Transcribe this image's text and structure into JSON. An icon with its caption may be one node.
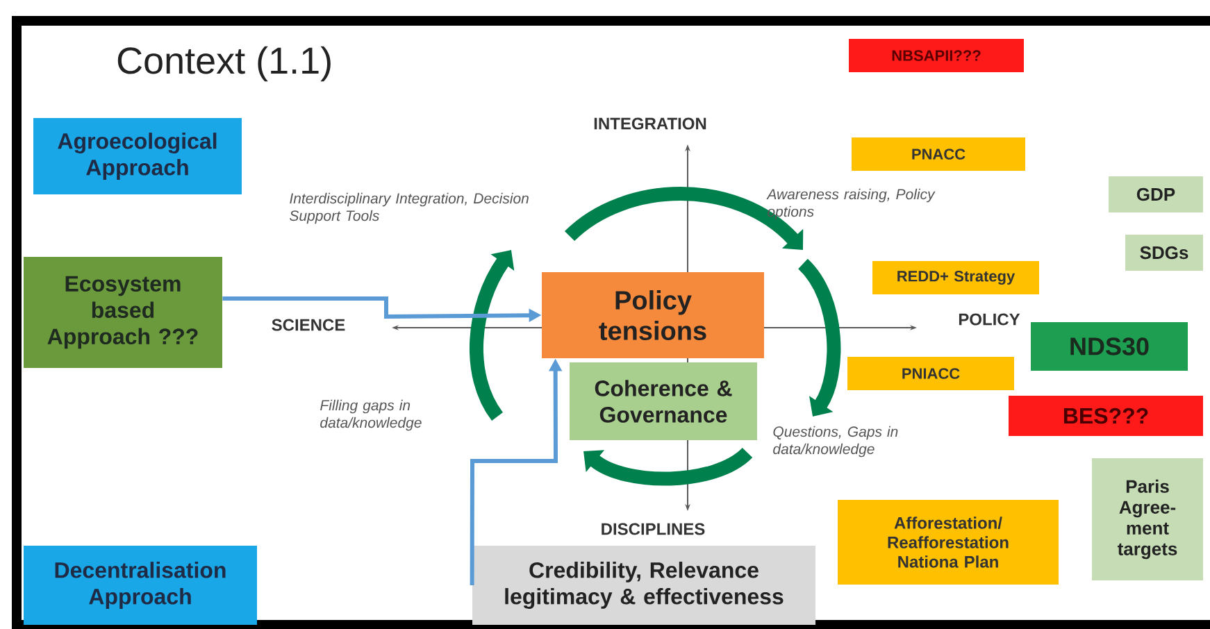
{
  "diagram": {
    "title": "Context (1.1)",
    "nodes": [
      {
        "text": [
          "Agroecological Approach"
        ]
      },
      {
        "text": [
          "Ecosystem based Approach ???"
        ]
      },
      {
        "text": [
          "Decentralisation Approach"
        ]
      },
      {
        "text": [
          "Policy tensions"
        ]
      },
      {
        "text": [
          "Coherence & Governance"
        ]
      },
      {
        "text": [
          "Credibility, Relevance legitimacy & effectiveness"
        ]
      },
      {
        "text": [
          "NBSAPII???"
        ]
      },
      {
        "text": [
          "PNACC"
        ]
      },
      {
        "text": [
          "GDP"
        ]
      },
      {
        "text": [
          "SDGs"
        ]
      },
      {
        "text": [
          "REDD+ Strategy"
        ]
      },
      {
        "text": [
          "NDS30"
        ]
      },
      {
        "text": [
          "PNIACC"
        ]
      },
      {
        "text": [
          "BES???"
        ]
      },
      {
        "text": [
          "Paris Agree-ment targets"
        ]
      },
      {
        "text": [
          "Afforestation/ Reafforestation Nationa Plan"
        ]
      }
    ],
    "edges": [
      {
        "from": 1,
        "to": 3,
        "arrow": "to"
      },
      {
        "from": 5,
        "to": 3,
        "arrow": "to"
      }
    ],
    "labels": [
      "INTEGRATION",
      "Interdisciplinary Integration, Decision Support Tools",
      "Awareness raising, Policy options",
      "SCIENCE",
      "POLICY",
      "Filling gaps in data/knowledge",
      "Questions, Gaps in data/knowledge",
      "DISCIPLINES"
    ]
  }
}
